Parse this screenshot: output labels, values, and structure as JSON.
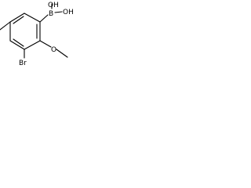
{
  "molecule": {
    "atoms": {
      "boron": "B",
      "hydroxyl_top": "OH",
      "hydroxyl_right": "OH",
      "methoxy_oxygen": "O",
      "bromine": "Br"
    }
  }
}
